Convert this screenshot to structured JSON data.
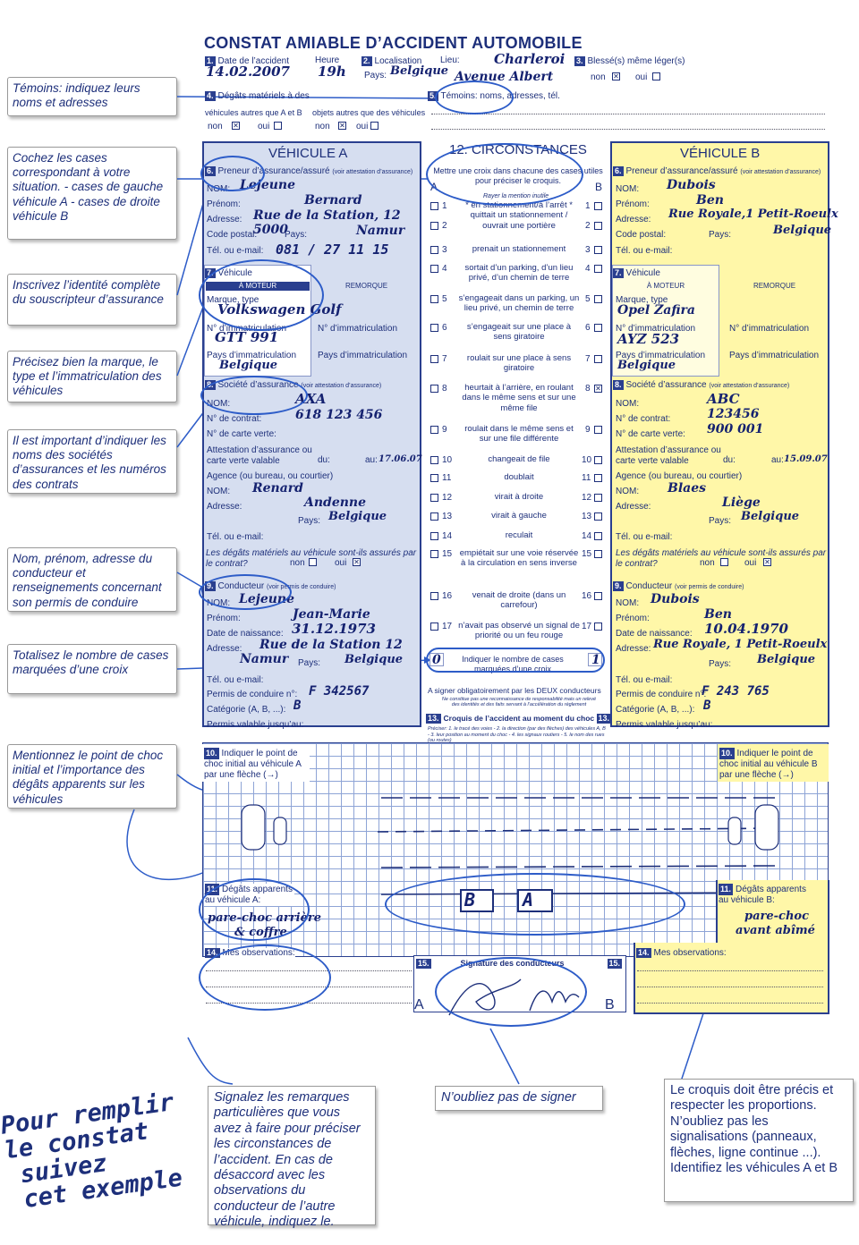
{
  "notes": [
    "Témoins: indiquez leurs noms et adresses",
    "Cochez les cases correspondant à votre situation. - cases de gauche véhicule A - cases de droite véhicule B",
    "Inscrivez l’identité complète du souscripteur d’assurance",
    "Précisez bien la marque, le type et l’immatriculation des véhicules",
    "Il est important d’indiquer les noms des sociétés d’assurances et les numéros des contrats",
    "Nom, prénom, adresse du conducteur et renseignements concernant son permis de conduire",
    "Totalisez le nombre de cases marquées d’une croix",
    "Mentionnez le point de choc initial et l’importance des dégâts apparents sur les véhicules"
  ],
  "bottom_notes": {
    "signalez": "Signalez les remarques particulières que vous avez à faire pour préciser les circonstances de l’accident. En cas de désaccord avec les observations du conducteur de l’autre véhicule, indiquez le.",
    "signer": "N’oubliez pas de signer",
    "croquis": "Le croquis doit être précis et respecter les proportions. N’oubliez pas les signalisations (panneaux, flèches, ligne continue ...). Identifiez les véhicules A et B"
  },
  "big_title": [
    "Pour remplir",
    "le constat",
    "suivez",
    "cet exemple"
  ],
  "form": {
    "title": "CONSTAT AMIABLE D’ACCIDENT AUTOMOBILE",
    "s1_label": "Date de l’accident",
    "heure_label": "Heure",
    "date": "14.02.2007",
    "heure": "19h",
    "s2_label": "Localisation",
    "lieu_label": "Lieu:",
    "lieu": "Charleroi",
    "pays_label": "Pays:",
    "pays": "Belgique",
    "rue": "Avenue Albert",
    "s3_label": "Blessé(s) même léger(s)",
    "non": "non",
    "oui": "oui",
    "s4_label": "Dégâts matériels à des",
    "s4_veh": "véhicules autres que A et B",
    "s4_obj": "objets autres que des véhicules",
    "s5_label": "Témoins: noms, adresses, tél.",
    "vehA": "VÉHICULE A",
    "vehB": "VÉHICULE B",
    "circ_title": "12. CIRCONSTANCES",
    "circ_intro": "Mettre une croix dans chacune des cases utiles pour préciser le croquis.",
    "circ_rayer": "Rayer la mention inutile",
    "circ_items": [
      "* en stationnement/à l’arrêt * quittait un stationnement / ouvrait une portière",
      "",
      "prenait un stationnement",
      "sortait d’un parking, d’un lieu privé, d’un chemin de terre",
      "s’engageait dans un parking, un lieu privé, un chemin de terre",
      "s’engageait sur une place à sens giratoire",
      "roulait sur une place à sens giratoire",
      "heurtait à l’arrière, en roulant dans le même sens et sur une même file",
      "roulait dans le même sens et sur une file différente",
      "changeait de file",
      "doublait",
      "virait à droite",
      "virait à gauche",
      "reculait",
      "empiétait sur une voie réservée à la circulation en sens inverse",
      "venait de droite (dans un carrefour)",
      "n’avait pas observé un signal de priorité ou un feu rouge"
    ],
    "circ_total_label": "Indiquer le nombre de cases marquées d’une croix",
    "total_a": "0",
    "total_b": "1",
    "sign_both": "A signer obligatoirement par les DEUX conducteurs",
    "sign_small": "Ne constitue pas une reconnaissance de responsabilité mais un relevé des identités et des faits servant à l’accélération du règlement",
    "s13_label": "Croquis de l’accident au moment du choc",
    "s13_small": "Préciser: 1. le tracé des voies - 2. la direction (par des flèches) des véhicules A, B - 3. leur position au moment du choc - 4. les signaux routiers - 5. le nom des rues (ou routes)",
    "s6_label": "Preneur d’assurance/assuré",
    "s6_small": "(voir attestation d’assurance)",
    "nom_label": "NOM:",
    "prenom_label": "Prénom:",
    "adresse_label": "Adresse:",
    "cp_label": "Code postal:",
    "tel_label": "Tél. ou e-mail:",
    "s7_label": "Véhicule",
    "a_moteur": "À MOTEUR",
    "remorque": "REMORQUE",
    "marque_label": "Marque, type",
    "immat_label": "N° d’immatriculation",
    "pays_immat_label": "Pays d’immatriculation",
    "s8_label": "Société d’assurance",
    "contrat_label": "N° de contrat:",
    "carte_label": "N° de carte verte:",
    "attest_label": "Attestation d’assurance ou carte verte valable",
    "du_label": "du:",
    "au_label": "au:",
    "agence_label": "Agence (ou bureau, ou courtier)",
    "degats_q": "Les dégâts matériels au véhicule sont-ils assurés par le contrat?",
    "s9_label": "Conducteur",
    "s9_small": "(voir permis de conduire)",
    "naiss_label": "Date de naissance:",
    "permis_label": "Permis de conduire n°:",
    "categ_label": "Catégorie (A, B, ...):",
    "permis_valid": "Permis valable jusqu’au:",
    "s10_label": "Indiquer le point de choc initial au véhicule",
    "s10_small": "par une flèche",
    "s11_label": "Dégâts apparents au véhicule",
    "s14_label": "Mes observations:",
    "s15_label": "Signature des conducteurs",
    "A": {
      "s6_nom": "Lejeune",
      "s6_prenom": "Bernard",
      "s6_adresse": "Rue de la Station, 12",
      "s6_cp": "5000",
      "s6_pays": "Namur",
      "s6_tel": "081 / 27 11 15",
      "marque": "Volkswagen Golf",
      "immat": "GTT 991",
      "pays_immat": "Belgique",
      "assur_nom": "AXA",
      "contrat": "618 123 456",
      "carte": "",
      "au": "17.06.07",
      "agence_nom": "Renard",
      "agence_adresse": "Andenne",
      "agence_pays": "Belgique",
      "cond_nom": "Lejeune",
      "cond_prenom": "Jean-Marie",
      "naiss": "31.12.1973",
      "cond_adresse": "Rue de la Station 12",
      "cond_ville": "Namur",
      "cond_pays": "Belgique",
      "permis": "F 342567",
      "categ": "B",
      "degats1": "pare-choc arrière",
      "degats2": "& coffre"
    },
    "B": {
      "s6_nom": "Dubois",
      "s6_prenom": "Ben",
      "s6_adresse": "Rue Royale,1 Petit-Roeulx",
      "s6_pays": "Belgique",
      "marque": "Opel Zafira",
      "immat": "AYZ 523",
      "pays_immat": "Belgique",
      "assur_nom": "ABC",
      "contrat": "123456",
      "carte": "900 001",
      "au": "15.09.07",
      "agence_nom": "Blaes",
      "agence_adresse": "Liège",
      "agence_pays": "Belgique",
      "cond_nom": "Dubois",
      "cond_prenom": "Ben",
      "naiss": "10.04.1970",
      "cond_adresse": "Rue Royale, 1 Petit-Roeulx",
      "cond_pays": "Belgique",
      "permis": "F 243 765",
      "categ": "B",
      "degats1": "pare-choc",
      "degats2": "avant abîmé"
    },
    "sketch_A": "A",
    "sketch_B": "B"
  },
  "colors": {
    "panelA": "#d6def0",
    "panelB": "#fff7a8",
    "circle": "#2d5cc8",
    "ink": "#1d2f7a"
  }
}
